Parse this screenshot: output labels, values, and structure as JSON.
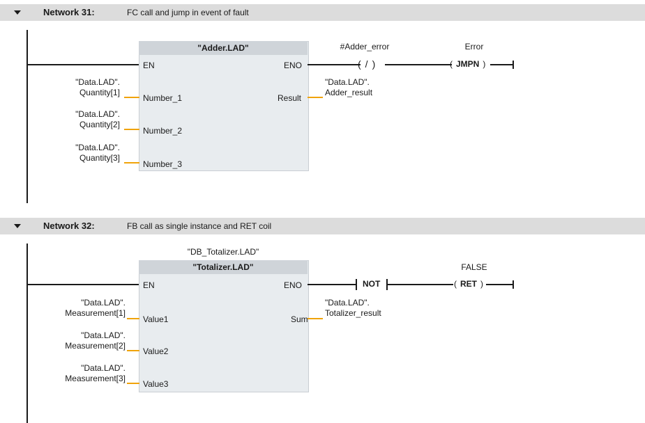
{
  "network31": {
    "title": "Network 31:",
    "comment": "FC call and jump in event of fault",
    "block": {
      "name": "\"Adder.LAD\"",
      "en": "EN",
      "eno": "ENO"
    },
    "inputs": [
      {
        "operand_line1": "\"Data.LAD\".",
        "operand_line2": "Quantity[1]",
        "pin": "Number_1"
      },
      {
        "operand_line1": "\"Data.LAD\".",
        "operand_line2": "Quantity[2]",
        "pin": "Number_2"
      },
      {
        "operand_line1": "\"Data.LAD\".",
        "operand_line2": "Quantity[3]",
        "pin": "Number_3"
      }
    ],
    "output": {
      "pin": "Result",
      "operand_line1": "\"Data.LAD\".",
      "operand_line2": "Adder_result"
    },
    "contact": {
      "operand": "#Adder_error",
      "symbol": "/"
    },
    "coil": {
      "operand": "Error",
      "label": "JMPN"
    }
  },
  "network32": {
    "title": "Network 32:",
    "comment": "FB call as single instance and RET coil",
    "instance_db": "\"DB_Totalizer.LAD\"",
    "block": {
      "name": "\"Totalizer.LAD\"",
      "en": "EN",
      "eno": "ENO"
    },
    "inputs": [
      {
        "operand_line1": "\"Data.LAD\".",
        "operand_line2": "Measurement[1]",
        "pin": "Value1"
      },
      {
        "operand_line1": "\"Data.LAD\".",
        "operand_line2": "Measurement[2]",
        "pin": "Value2"
      },
      {
        "operand_line1": "\"Data.LAD\".",
        "operand_line2": "Measurement[3]",
        "pin": "Value3"
      }
    ],
    "output": {
      "pin": "Sum",
      "operand_line1": "\"Data.LAD\".",
      "operand_line2": "Totalizer_result"
    },
    "not_box": {
      "label": "NOT"
    },
    "coil": {
      "operand": "FALSE",
      "label": "RET"
    }
  }
}
